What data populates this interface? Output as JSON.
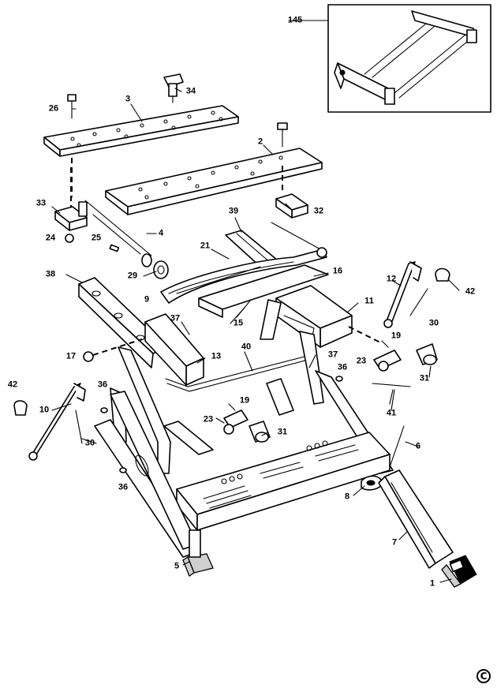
{
  "labels": {
    "l145": "145",
    "l34": "34",
    "l26": "26",
    "l3": "3",
    "l2": "2",
    "l33": "33",
    "l32": "32",
    "l24": "24",
    "l25": "25",
    "l4": "4",
    "l39": "39",
    "l21": "21",
    "l29": "29",
    "l38": "38",
    "l16": "16",
    "l9": "9",
    "l12": "12",
    "l42a": "42",
    "l11": "11",
    "l30a": "30",
    "l37a": "37",
    "l15": "15",
    "l19a": "19",
    "l17": "17",
    "l13": "13",
    "l40": "40",
    "l37b": "37",
    "l23a": "23",
    "l36a": "36",
    "l31a": "31",
    "l42b": "42",
    "l36b": "36",
    "l10": "10",
    "l41": "41",
    "l19b": "19",
    "l23b": "23",
    "l31b": "31",
    "l30b": "30",
    "l6": "6",
    "l36c": "36",
    "l8": "8",
    "l7": "7",
    "l5": "5",
    "l1": "1"
  },
  "copyright_symbol": "C"
}
